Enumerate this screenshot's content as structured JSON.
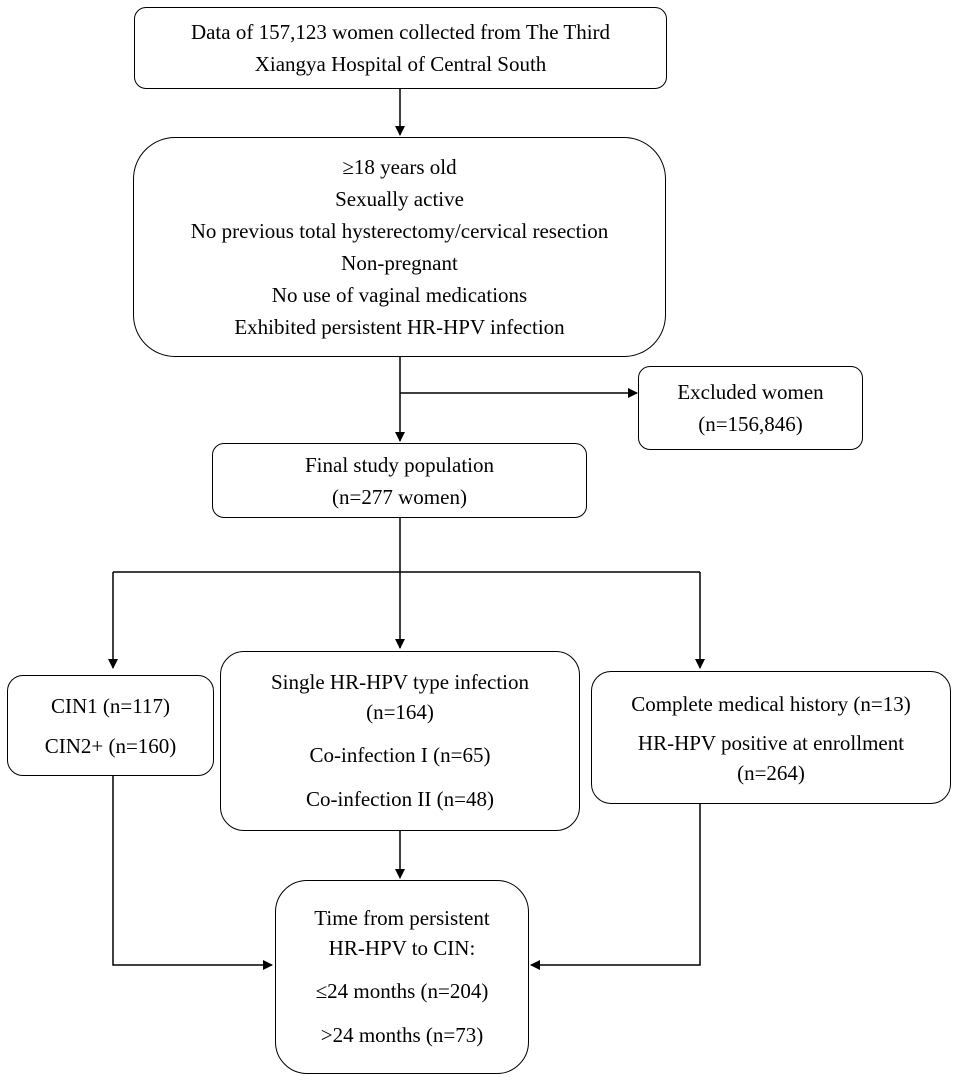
{
  "boxes": {
    "source": {
      "lines": [
        "Data of 157,123 women collected from The Third",
        "Xiangya Hospital of Central South"
      ]
    },
    "criteria": {
      "lines": [
        "≥18 years old",
        "Sexually active",
        "No previous total hysterectomy/cervical resection",
        "Non-pregnant",
        "No use of vaginal medications",
        "Exhibited persistent HR-HPV infection"
      ]
    },
    "excluded": {
      "lines": [
        "Excluded women",
        "(n=156,846)"
      ]
    },
    "final": {
      "lines": [
        "Final study population",
        "(n=277 women)"
      ]
    },
    "cin": {
      "lines": [
        "CIN1 (n=117)",
        "CIN2+ (n=160)"
      ]
    },
    "infection": {
      "lines": [
        "Single HR-HPV type infection",
        "(n=164)",
        "Co-infection I (n=65)",
        "Co-infection II (n=48)"
      ]
    },
    "history": {
      "lines": [
        "Complete medical history (n=13)",
        "HR-HPV positive at enrollment",
        "(n=264)"
      ]
    },
    "time": {
      "lines": [
        "Time from persistent",
        "HR-HPV to CIN:",
        "≤24 months (n=204)",
        ">24 months (n=73)"
      ]
    }
  }
}
